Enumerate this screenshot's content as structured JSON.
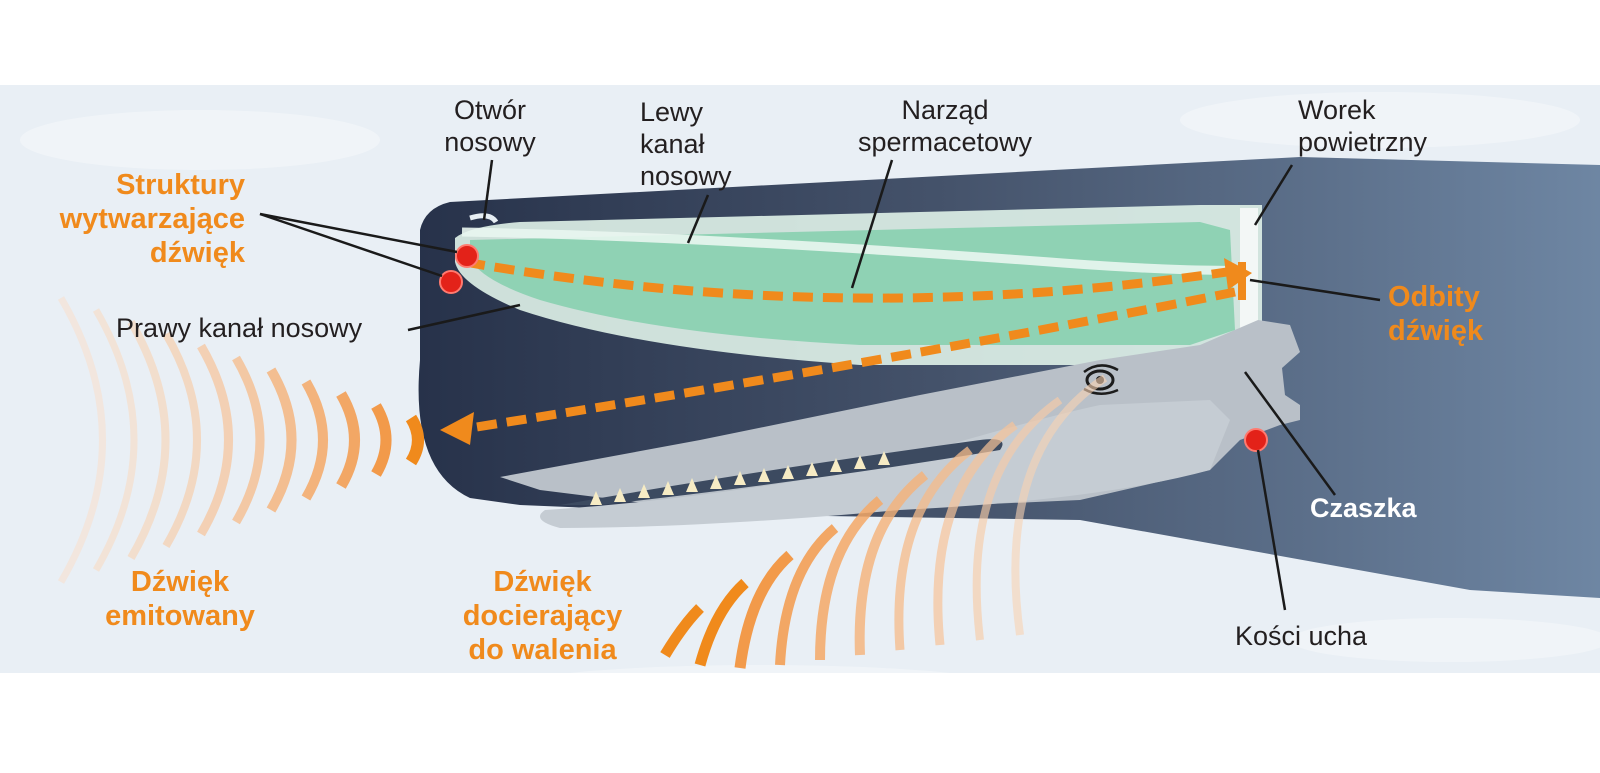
{
  "labels": {
    "otwor_nosowy": [
      "Otwór",
      "nosowy"
    ],
    "lewy_kanal": [
      "Lewy",
      "kanał",
      "nosowy"
    ],
    "narzad": [
      "Narząd",
      "spermacetowy"
    ],
    "worek": [
      "Worek",
      "powietrzny"
    ],
    "struktury": [
      "Struktury",
      "wytwarzające",
      "dźwięk"
    ],
    "prawy_kanal": "Prawy kanał nosowy",
    "odbity": [
      "Odbity",
      "dźwięk"
    ],
    "czaszka": "Czaszka",
    "emitowany": [
      "Dźwięk",
      "emitowany"
    ],
    "docierajacy": [
      "Dźwięk",
      "docierający",
      "do walenia"
    ],
    "kosci_ucha": "Kości ucha"
  },
  "colors": {
    "accent_orange": "#f08a1c",
    "whale_dark": "#2e3a4f",
    "whale_light": "#6b819c",
    "spermaceti_green": "#8fd2b4",
    "skull": "#b9c0c8",
    "marker_red": "#e32219",
    "background": "#e9eff5"
  }
}
